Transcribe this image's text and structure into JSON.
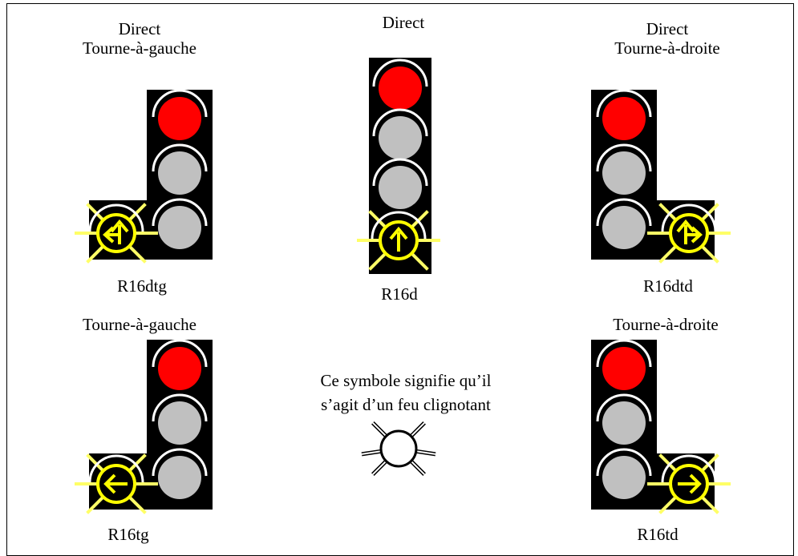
{
  "colors": {
    "housing": "#000000",
    "red_lit": "#ff0000",
    "lamp_off": "#c0c0c0",
    "visor": "#ffffff",
    "flash": "#ffff00",
    "flash_ray": "#ffff66",
    "flash_symbol": "#ffff00"
  },
  "signals": [
    {
      "id": "r16dtg",
      "title_lines": [
        "Direct",
        "Tourne-à-gauche"
      ],
      "code": "R16dtg",
      "arrow": "straight-left",
      "icon": "traffic-light-straight-left"
    },
    {
      "id": "r16d",
      "title_lines": [
        "Direct"
      ],
      "code": "R16d",
      "arrow": "straight",
      "icon": "traffic-light-straight"
    },
    {
      "id": "r16dtd",
      "title_lines": [
        "Direct",
        "Tourne-à-droite"
      ],
      "code": "R16dtd",
      "arrow": "straight-right",
      "icon": "traffic-light-straight-right"
    },
    {
      "id": "r16tg",
      "title_lines": [
        "Tourne-à-gauche"
      ],
      "code": "R16tg",
      "arrow": "left",
      "icon": "traffic-light-left"
    },
    {
      "id": "r16td",
      "title_lines": [
        "Tourne-à-droite"
      ],
      "code": "R16td",
      "arrow": "right",
      "icon": "traffic-light-right"
    }
  ],
  "legend": {
    "lines": [
      "Ce symbole signifie qu’il",
      "s’agit d’un feu clignotant"
    ],
    "icon": "flashing-light-symbol"
  }
}
